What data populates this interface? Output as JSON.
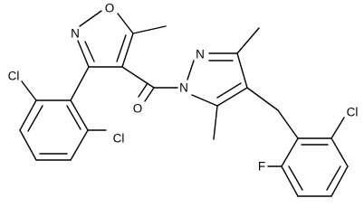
{
  "molecule": {
    "atoms": {
      "o_isoxazole": "O",
      "n_isoxazole": "N",
      "o_carbonyl": "O",
      "n1_pyrazole": "N",
      "n2_pyrazole": "N",
      "cl_dichloro_top": "Cl",
      "cl_dichloro_bottom": "Cl",
      "cl_benzyl": "Cl",
      "f_benzyl": "F"
    }
  }
}
